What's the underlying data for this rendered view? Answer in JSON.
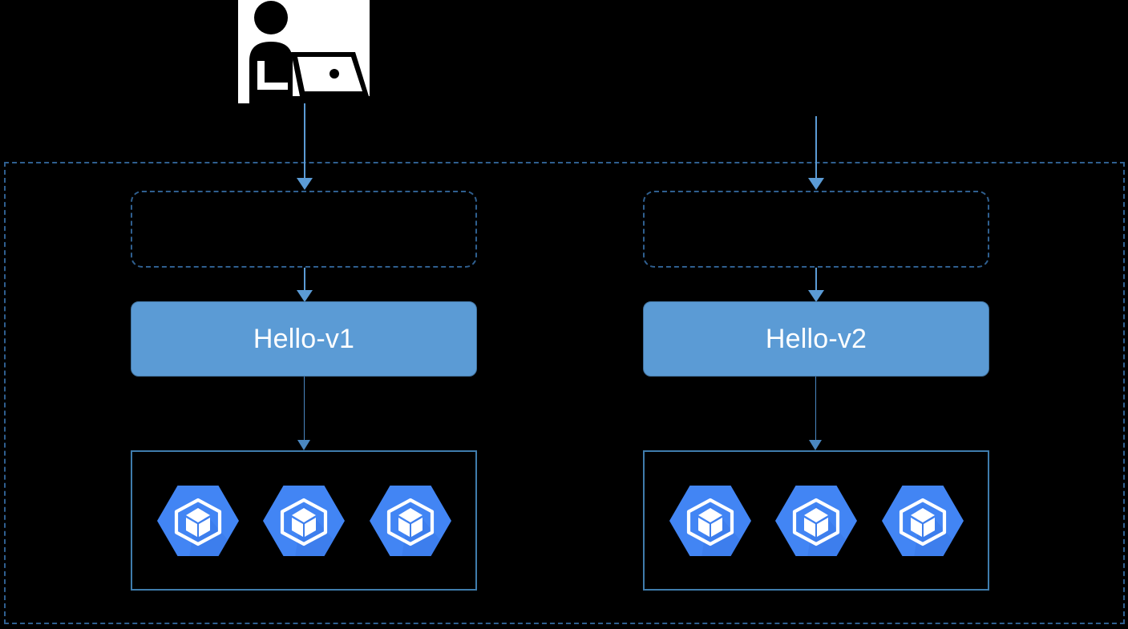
{
  "diagram": {
    "title": "Kubernetes blue-green deployment diagram",
    "background_color": "#000000",
    "accent_color": "#5b9bd5",
    "boundary_color": "#2f5f8f",
    "pod_icon_color": "#4285f4"
  },
  "actors": [
    {
      "id": "user",
      "icon": "user-at-laptop-icon",
      "label": ""
    }
  ],
  "boundary": {
    "name": "cluster-boundary",
    "style": "dashed",
    "label": ""
  },
  "columns": [
    {
      "id": "left",
      "service": {
        "name": "service-box-v1",
        "style": "dashed-rounded",
        "label": ""
      },
      "deployment": {
        "name": "deployment-hello-v1",
        "label": "Hello-v1",
        "fill": "#5b9bd5",
        "text_color": "#ffffff"
      },
      "pods": {
        "name": "pod-group-v1",
        "count": 3,
        "icon": "kubernetes-engine-pod-icon",
        "labels": [
          "",
          "",
          ""
        ]
      }
    },
    {
      "id": "right",
      "service": {
        "name": "service-box-v2",
        "style": "dashed-rounded",
        "label": ""
      },
      "deployment": {
        "name": "deployment-hello-v2",
        "label": "Hello-v2",
        "fill": "#5b9bd5",
        "text_color": "#ffffff"
      },
      "pods": {
        "name": "pod-group-v2",
        "count": 3,
        "icon": "kubernetes-engine-pod-icon",
        "labels": [
          "",
          "",
          ""
        ]
      }
    }
  ],
  "connectors": [
    {
      "name": "user-to-service-v1",
      "from": "user",
      "to": "service-box-v1",
      "style": "solid",
      "label": ""
    },
    {
      "name": "inbound-to-service-v2",
      "from": "",
      "to": "service-box-v2",
      "style": "solid",
      "label": ""
    },
    {
      "name": "service-v1-to-deployment-v1",
      "from": "service-box-v1",
      "to": "deployment-hello-v1",
      "style": "solid",
      "label": ""
    },
    {
      "name": "service-v2-to-deployment-v2",
      "from": "service-box-v2",
      "to": "deployment-hello-v2",
      "style": "solid",
      "label": ""
    },
    {
      "name": "deployment-v1-to-pods-v1",
      "from": "deployment-hello-v1",
      "to": "pod-group-v1",
      "style": "solid",
      "label": ""
    },
    {
      "name": "deployment-v2-to-pods-v2",
      "from": "deployment-hello-v2",
      "to": "pod-group-v2",
      "style": "solid",
      "label": ""
    }
  ]
}
